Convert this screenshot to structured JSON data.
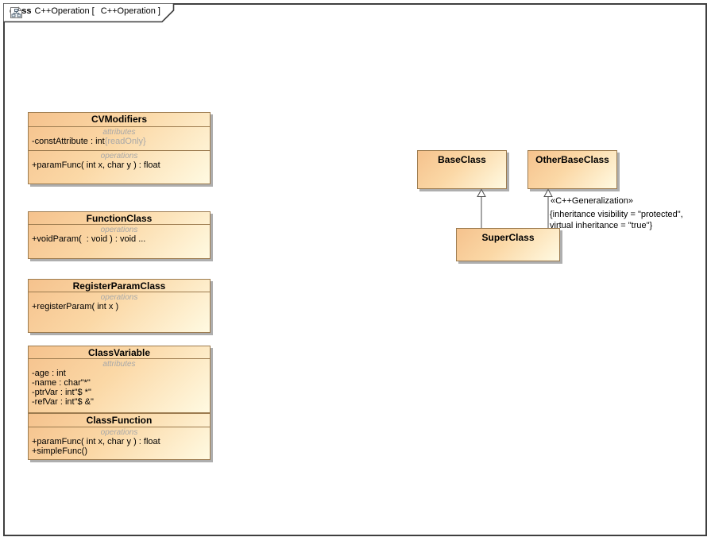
{
  "tab": {
    "keyword": "class",
    "diagram_name": "C++Operation [",
    "diagram_ref": "C++Operation ]",
    "icon": "class-diagram-icon"
  },
  "colors": {
    "frame_border": "#3f3f3f",
    "box_border": "#9c7b4f",
    "box_gradient_start": "#f5c28d",
    "box_gradient_end": "#fffae2",
    "shadow": "#aeaeae",
    "muted_text": "#a8a8a8",
    "edge": "#4d4d4d"
  },
  "classes": {
    "cvmodifiers": {
      "name": "CVModifiers",
      "attributes_label": "attributes",
      "attr1": {
        "text": "-constAttribute : int",
        "gray": "{readOnly}"
      },
      "operations_label": "operations",
      "op1": {
        "text": "+paramFunc( int x, char y ) : float"
      }
    },
    "functionclass": {
      "name": "FunctionClass",
      "operations_label": "operations",
      "op1": {
        "text": "+voidParam(  : void ) : void ..."
      }
    },
    "registerparamclass": {
      "name": "RegisterParamClass",
      "operations_label": "operations",
      "op1": {
        "text": "+registerParam( int x )"
      }
    },
    "classvariable": {
      "name": "ClassVariable",
      "attributes_label": "attributes",
      "attr1": {
        "text": "-age : int"
      },
      "attr2": {
        "text": "-name : char\"*\""
      },
      "attr3": {
        "text": "-ptrVar : int\"$ *\""
      },
      "attr4": {
        "text": "-refVar : int\"$ &\""
      }
    },
    "classfunction": {
      "name": "ClassFunction",
      "operations_label": "operations",
      "op1": {
        "text": "+paramFunc( int x, char y ) : float"
      },
      "op2": {
        "text": "+simpleFunc()"
      }
    },
    "baseclass": {
      "name": "BaseClass"
    },
    "otherbaseclass": {
      "name": "OtherBaseClass"
    },
    "superclass": {
      "name": "SuperClass"
    }
  },
  "relations": {
    "stereotype": "«C++Generalization»",
    "constraint_line1": "{inheritance visibility = \"protected\",",
    "constraint_line2": "virtual inheritance = \"true\"}"
  }
}
